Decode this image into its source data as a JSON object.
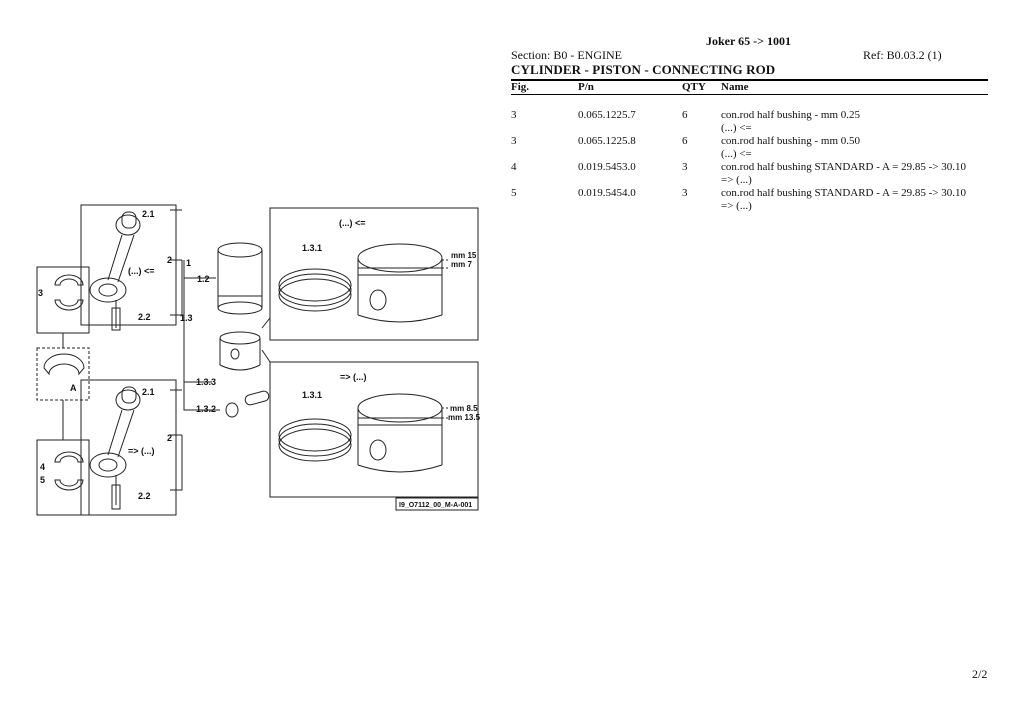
{
  "header": {
    "title": "Joker 65 -> 1001",
    "section": "Section: B0 - ENGINE",
    "ref": "Ref: B0.03.2 (1)",
    "doc_title": "CYLINDER - PISTON - CONNECTING ROD"
  },
  "table": {
    "columns": [
      "Fig.",
      "P/n",
      "QTY",
      "Name"
    ],
    "rows": [
      {
        "fig": "3",
        "pn": "0.065.1225.7",
        "qty": "6",
        "name": "con.rod half bushing - mm 0.25",
        "note": "(...) <="
      },
      {
        "fig": "3",
        "pn": "0.065.1225.8",
        "qty": "6",
        "name": "con.rod half bushing - mm 0.50",
        "note": "(...) <="
      },
      {
        "fig": "4",
        "pn": "0.019.5453.0",
        "qty": "3",
        "name": "con.rod half bushing STANDARD - A = 29.85 -> 30.10",
        "note": "=> (...)"
      },
      {
        "fig": "5",
        "pn": "0.019.5454.0",
        "qty": "3",
        "name": "con.rod half bushing STANDARD - A = 29.85 -> 30.10",
        "note": "=> (...)"
      }
    ]
  },
  "diagram": {
    "labels": {
      "l21a": "2.1",
      "l2a": "2",
      "lold": "(...) <=",
      "l3": "3",
      "l22a": "2.2",
      "l1": "1",
      "l12": "1.2",
      "l13": "1.3",
      "lA": "A",
      "l133": "1.3.3",
      "l132": "1.3.2",
      "l21b": "2.1",
      "l2b": "2",
      "lnew": "=> (...)",
      "l4": "4",
      "l5": "5",
      "l22b": "2.2",
      "top_old": "(...) <=",
      "l131a": "1.3.1",
      "mm15": "mm 15",
      "mm7": "mm 7",
      "top_new": "=> (...)",
      "l131b": "1.3.1",
      "mm85": "mm 8.5",
      "mm135": "mm 13.5",
      "code": "I9_O7112_00_M-A-001"
    }
  },
  "footer": {
    "page": "2/2"
  }
}
